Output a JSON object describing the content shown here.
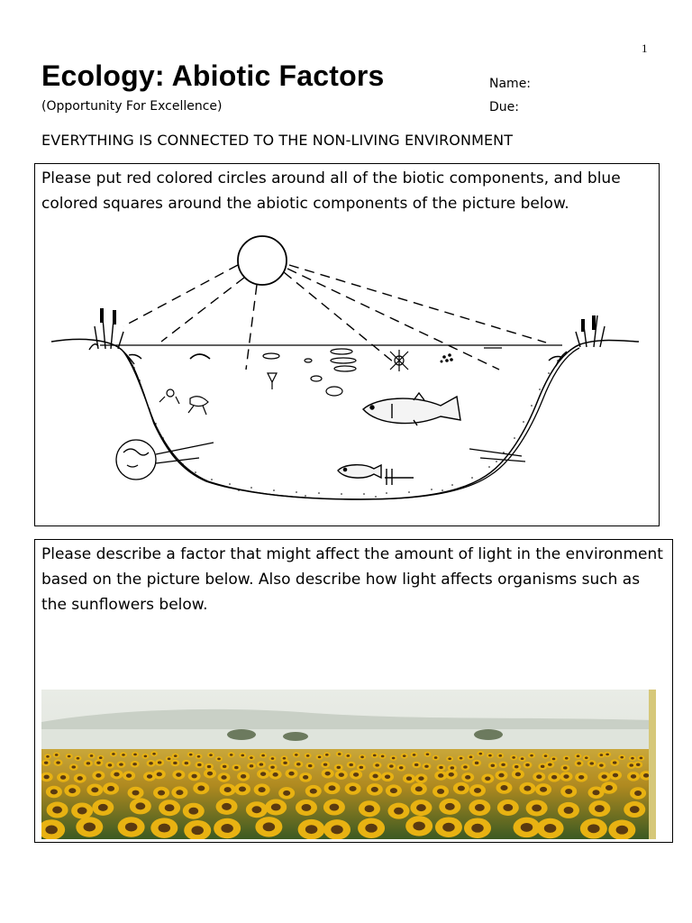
{
  "page_number": "1",
  "title": "Ecology: Abiotic Factors",
  "subtitle": "(Opportunity For Excellence)",
  "name_label": "Name:",
  "due_label": "Due:",
  "heading": "EVERYTHING IS CONNECTED TO THE NON-LIVING ENVIRONMENT",
  "box1": {
    "instruction": "Please put red colored circles around all of the biotic components, and blue colored squares around the abiotic components of the picture below."
  },
  "box2": {
    "instruction": "Please describe a factor that might affect the amount of light in the environment based on the picture below.  Also describe how light affects organisms such as the sunflowers below."
  },
  "colors": {
    "sunflower_petal": "#e8b212",
    "sunflower_center": "#5a3a10",
    "sky": "#e4e8e2",
    "foliage": "#3f6b2a"
  }
}
